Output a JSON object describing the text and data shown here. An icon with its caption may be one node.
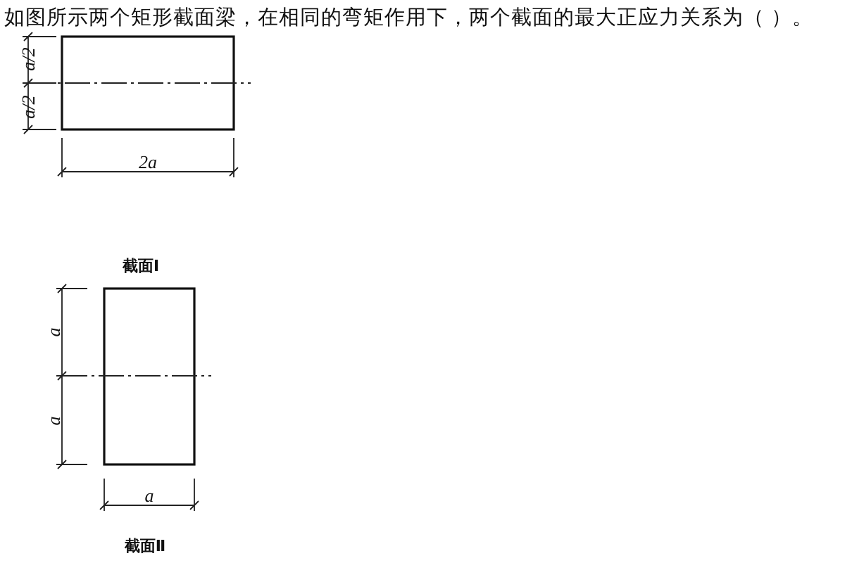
{
  "diagram": {
    "title": "如图所示两个矩形截面梁，在相同的弯矩作用下，两个截面的最大正应力关系为（   ）。",
    "nodes": [
      {
        "text": [],
        "shape": "box"
      },
      {
        "text": [],
        "shape": "box"
      }
    ],
    "labels": [
      "a/2",
      "a/2",
      "2a",
      "截面Ⅰ",
      "a",
      "a",
      "a",
      "截面Ⅱ"
    ]
  }
}
